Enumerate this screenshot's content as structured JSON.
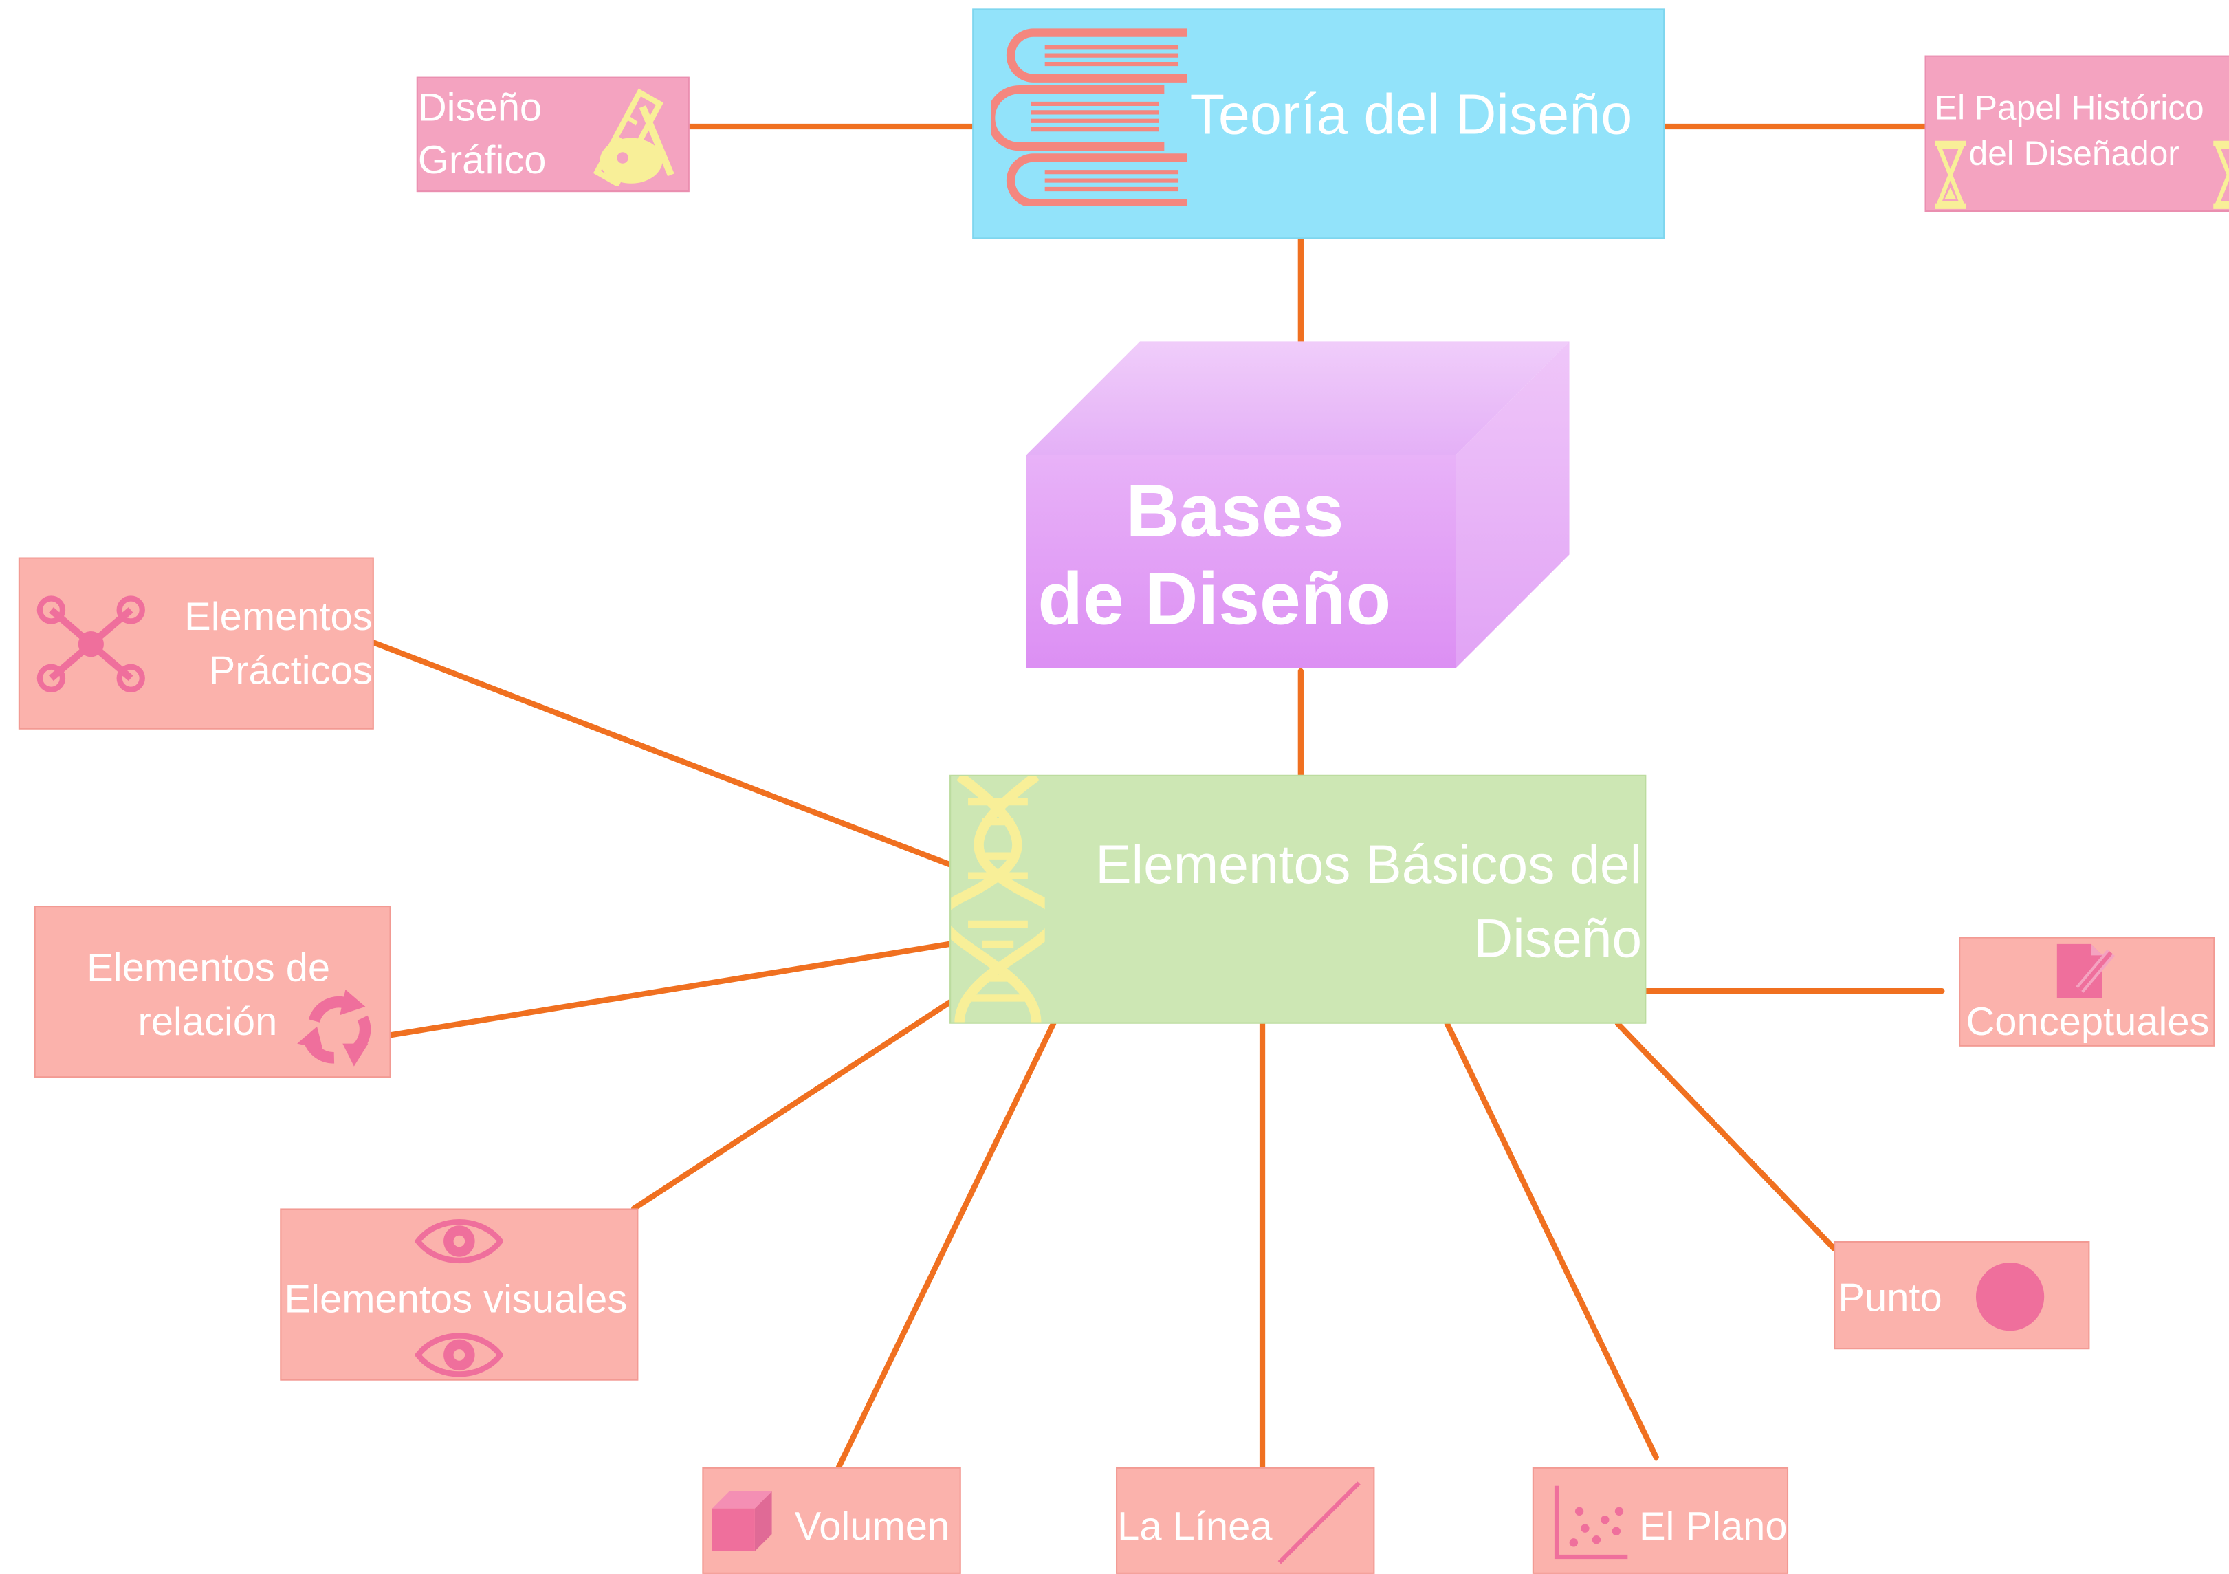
{
  "diagram": {
    "center": {
      "title_line1": "Bases",
      "title_line2": "de Diseño"
    },
    "theory": {
      "title": "Teoría del Diseño",
      "icon": "books-icon"
    },
    "basic": {
      "title_line1": "Elementos Básicos del",
      "title_line2": "Diseño",
      "icon": "dna-icon"
    },
    "design_graphic": {
      "line1": "Diseño",
      "line2": "Gráfico",
      "icon": "art-tools-icon"
    },
    "history": {
      "line1": "El Papel Histórico",
      "line2": "del Diseñador",
      "icon": "hourglass-icon"
    },
    "practical": {
      "line1": "Elementos",
      "line2": "Prácticos",
      "icon": "network-icon"
    },
    "relation": {
      "line1": "Elementos de",
      "line2": "relación",
      "icon": "refresh-icon"
    },
    "visual": {
      "label": "Elementos visuales",
      "icon": "eye-icon"
    },
    "conceptual": {
      "label": "Conceptuales",
      "icon": "document-edit-icon"
    },
    "point": {
      "label": "Punto",
      "icon": "circle-icon"
    },
    "volume": {
      "label": "Volumen",
      "icon": "cube-icon"
    },
    "line": {
      "label": "La Línea",
      "icon": "diagonal-line-icon"
    },
    "plane": {
      "label": "El Plano",
      "icon": "scatter-plot-icon"
    }
  },
  "colors": {
    "connector": "#f07020",
    "center_box": "#e6a4f6",
    "theory_box": "#92e3fa",
    "basic_box": "#cde7b4",
    "leaf_box": "#fbb2ac",
    "top_leaf_box": "#f4a3c0",
    "icon_pink": "#ef6f9c",
    "icon_yellow": "#f8ef98"
  }
}
